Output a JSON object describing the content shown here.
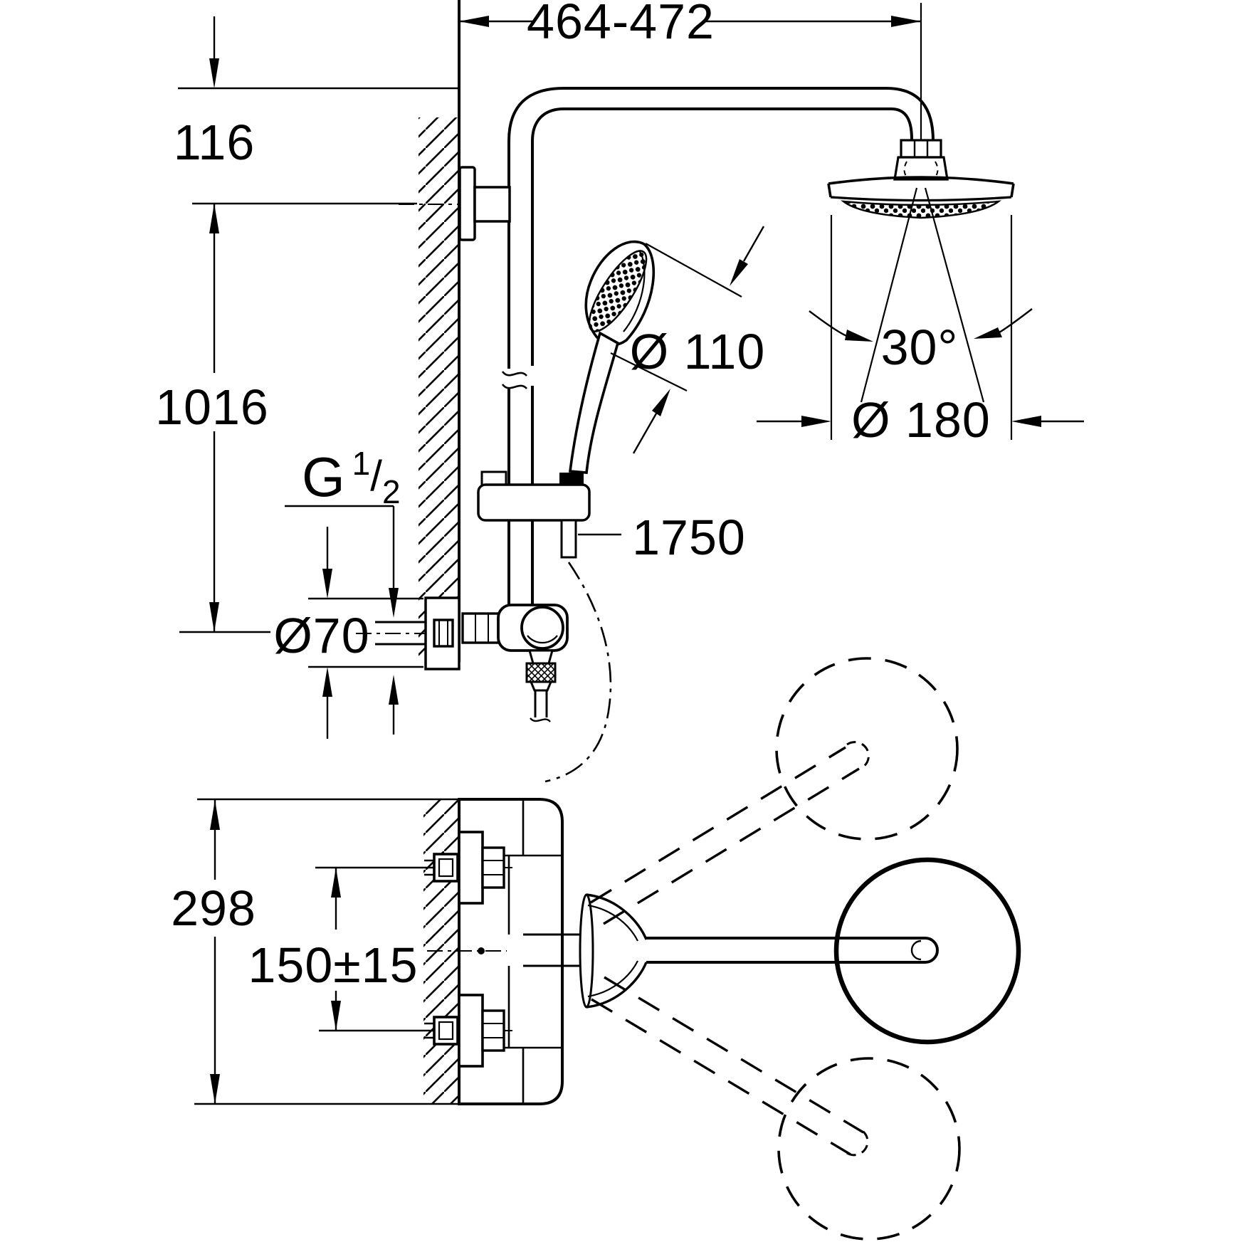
{
  "diagram": {
    "title": "shower-system-dimension-drawing",
    "dimensions": {
      "top_width": "464-472",
      "bracket_offset": "116",
      "rail_height": "1016",
      "thread_g": "G",
      "thread_num": "1",
      "thread_slash": "/",
      "thread_den": "2",
      "escutcheon_dia": "Ø70",
      "handshower_dia": "Ø 110",
      "hose_length": "1750",
      "spray_angle": "30°",
      "head_dia": "Ø 180",
      "plan_depth": "298",
      "supply_spacing": "150±15"
    }
  }
}
